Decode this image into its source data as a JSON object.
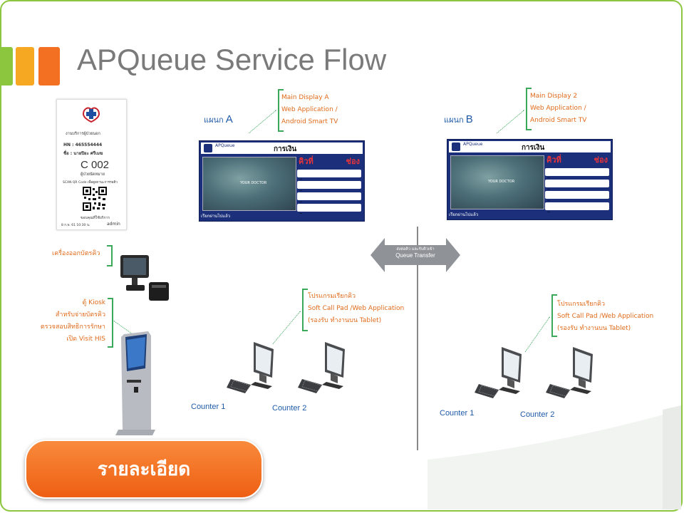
{
  "slide": {
    "title": "APQueue Service Flow",
    "button_label": "รายละเอียด"
  },
  "ticket": {
    "department": "งานบริการผู้ป่วยนอก",
    "hn": "HN : 465554444",
    "name": "ชื่อ : นายปิยะ  ศรีเมฆ",
    "queue_number": "C 002",
    "category": "ผู้ป่วยนัดหมาย",
    "scan_note": "SCAN QR Code เพื่อดูสถานะการรอคิว",
    "thanks": "ขอบคุณที่ใช้บริการ",
    "footer_date": "8 ก.พ. 61 10:30 น.",
    "footer_user": "admin"
  },
  "kiosk": {
    "ticket_printer_label": "เครื่องออกบัตรคิว",
    "kiosk_lines": [
      "ตู้ Kiosk",
      "สำหรับจ่ายบัตรคิว",
      "ตรวจสอบสิทธิการรักษา",
      "เปิด Visit HIS"
    ]
  },
  "zone_a": {
    "zone_prefix": "แผนก",
    "zone_letter": "A",
    "display_lines": [
      "Main Display A",
      "Web Application /",
      "Android Smart TV"
    ],
    "program_lines": [
      "โปรแกรมเรียกคิว",
      "Soft Call Pad /Web Application",
      "(รองรับ ทำงานบน Tablet)"
    ],
    "counters": [
      "Counter 1",
      "Counter 2"
    ]
  },
  "zone_b": {
    "zone_prefix": "แผนก",
    "zone_letter": "B",
    "display_lines": [
      "Main Display 2",
      "Web Application /",
      "Android Smart TV"
    ],
    "program_lines": [
      "โปรแกรมเรียกคิว",
      "Soft Call Pad /Web Application",
      "(รองรับ ทำงานบน Tablet)"
    ],
    "counters": [
      "Counter 1",
      "Counter 2"
    ]
  },
  "display_screen": {
    "brand": "APQueue",
    "heading": "การเงิน",
    "col_queue": "คิวที่",
    "col_channel": "ช่อง",
    "row_placeholder": "--",
    "video_caption": "YOUR DOCTOR",
    "footer": "เรียกผ่านไปแล้ว"
  },
  "transfer": {
    "line1": "ส่งต่อคิว และรับคิวเข้า",
    "line2": "Queue Transfer"
  },
  "colors": {
    "accent_green": "#8cc63f",
    "accent_yellow": "#f7a823",
    "accent_orange": "#f36f21",
    "label_orange": "#e06a1a",
    "zone_blue": "#1f5aa8",
    "display_navy": "#1b2f7a"
  }
}
